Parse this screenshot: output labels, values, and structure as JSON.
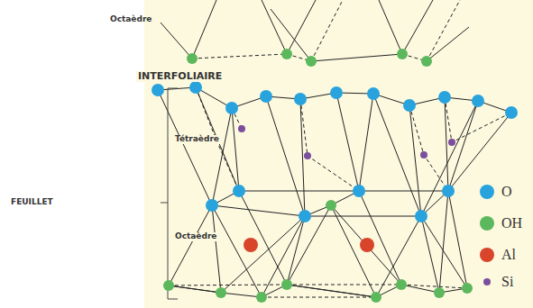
{
  "diagram": {
    "labels": [
      "Octaèdre",
      "INTERFOLIAIRE",
      "Tétraèdre",
      "FEUILLET",
      "Octaèdre"
    ],
    "legend": [
      {
        "text": "O",
        "color": "#29a3dd"
      },
      {
        "text": "OH",
        "color": "#5cb85c"
      },
      {
        "text": "Al",
        "color": "#d8452b"
      },
      {
        "text": "Si",
        "color": "#7b4f9e"
      }
    ]
  }
}
